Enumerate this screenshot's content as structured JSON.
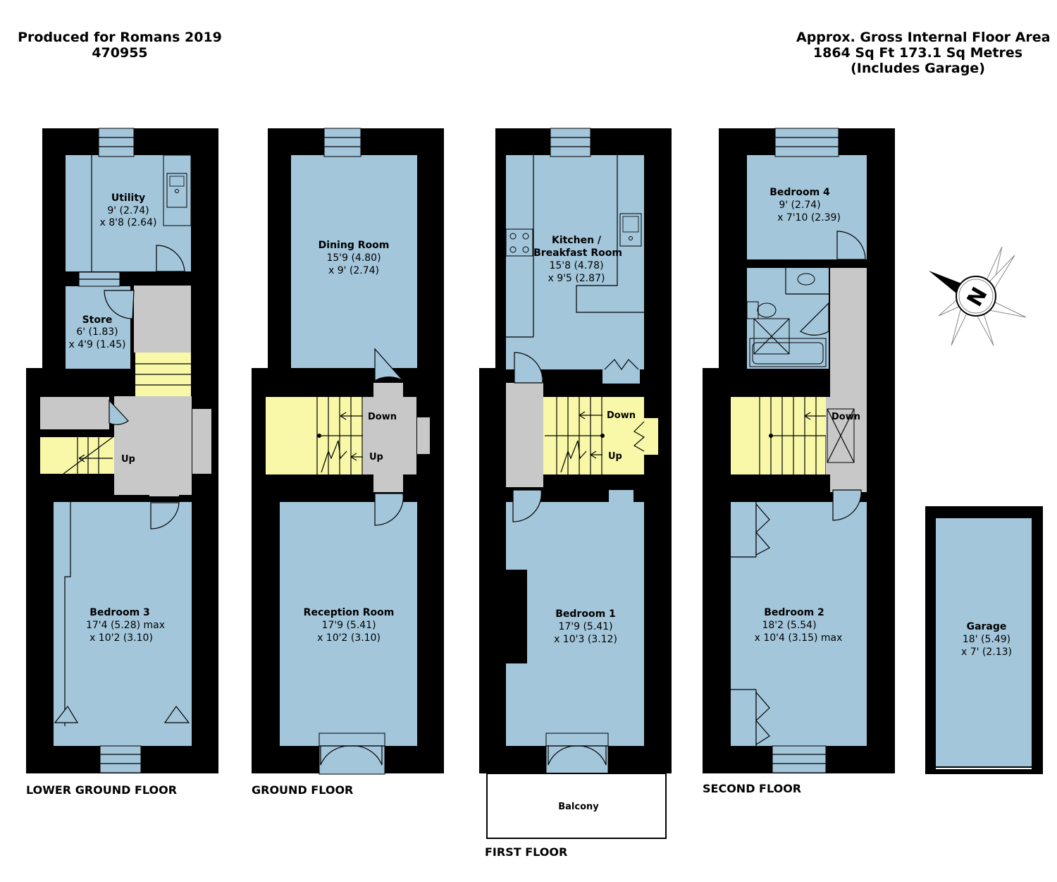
{
  "header_left": {
    "line1": "Produced for Romans 2019",
    "line2": "470955"
  },
  "header_right": {
    "line1": "Approx. Gross Internal Floor Area",
    "line2": "1864 Sq Ft 173.1 Sq Metres",
    "line3": "(Includes Garage)"
  },
  "compass": {
    "letter": "N"
  },
  "floors": {
    "lower_ground": "LOWER GROUND FLOOR",
    "ground": "GROUND FLOOR",
    "first": "FIRST FLOOR",
    "second": "SECOND FLOOR"
  },
  "rooms": {
    "utility": {
      "name": "Utility",
      "dim1": "9' (2.74)",
      "dim2": "x 8'8 (2.64)"
    },
    "store": {
      "name": "Store",
      "dim1": "6' (1.83)",
      "dim2": "x 4'9 (1.45)"
    },
    "bedroom3": {
      "name": "Bedroom 3",
      "dim1": "17'4 (5.28) max",
      "dim2": "x 10'2 (3.10)"
    },
    "dining": {
      "name": "Dining Room",
      "dim1": "15'9 (4.80)",
      "dim2": "x 9' (2.74)"
    },
    "reception": {
      "name": "Reception Room",
      "dim1": "17'9 (5.41)",
      "dim2": "x 10'2 (3.10)"
    },
    "kitchen": {
      "name1": "Kitchen /",
      "name2": "Breakfast Room",
      "dim1": "15'8 (4.78)",
      "dim2": "x 9'5 (2.87)"
    },
    "bedroom1": {
      "name": "Bedroom 1",
      "dim1": "17'9 (5.41)",
      "dim2": "x 10'3 (3.12)"
    },
    "balcony": {
      "name": "Balcony"
    },
    "bedroom4": {
      "name": "Bedroom 4",
      "dim1": "9' (2.74)",
      "dim2": "x 7'10 (2.39)"
    },
    "bedroom2": {
      "name": "Bedroom 2",
      "dim1": "18'2 (5.54)",
      "dim2": "x 10'4 (3.15) max"
    },
    "garage": {
      "name": "Garage",
      "dim1": "18' (5.49)",
      "dim2": "x 7' (2.13)"
    }
  },
  "stair_labels": {
    "lg_up": "Up",
    "g_down": "Down",
    "g_up": "Up",
    "f_down": "Down",
    "f_up": "Up",
    "s_down": "Down"
  }
}
